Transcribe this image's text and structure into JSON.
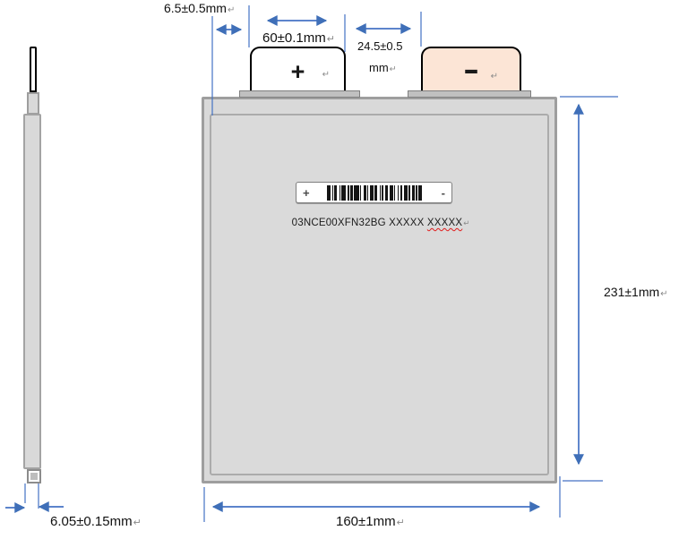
{
  "annotations": {
    "edge_to_tab_gap": "6.5±0.5mm",
    "positive_tab_width": "60±0.1mm",
    "tab_spacing_value": "24.5±0.5",
    "tab_spacing_unit": "mm",
    "cell_height": "231±1mm",
    "cell_width": "160±1mm",
    "cell_thickness": "6.05±0.15mm",
    "return_mark": "↵"
  },
  "front_view": {
    "positive_tab_symbol": "+",
    "negative_tab_symbol": "−",
    "barcode_label": {
      "left_symbol": "+",
      "right_symbol": "-",
      "bars": [
        3,
        1,
        1,
        1,
        2,
        2,
        1,
        1,
        3,
        2,
        1,
        1,
        2,
        1,
        4,
        1,
        1,
        2,
        2,
        1,
        1,
        1,
        3,
        1,
        2,
        2,
        1,
        1,
        1,
        2,
        2,
        1,
        3,
        1,
        1,
        2,
        1,
        1,
        2,
        1,
        3,
        1,
        1,
        2,
        2,
        1,
        1,
        1,
        3,
        1
      ]
    },
    "serial": {
      "prefix": "03NCE00XFN32BG XXXXX ",
      "flagged": "XXXXX"
    }
  },
  "colors": {
    "dimension_blue": "#4472c4",
    "arrow_blue": "#3f6fb8",
    "body_fill": "#d9d9d9",
    "negative_tab_fill": "#fce5d6",
    "spellcheck_red": "#e01b1b"
  }
}
